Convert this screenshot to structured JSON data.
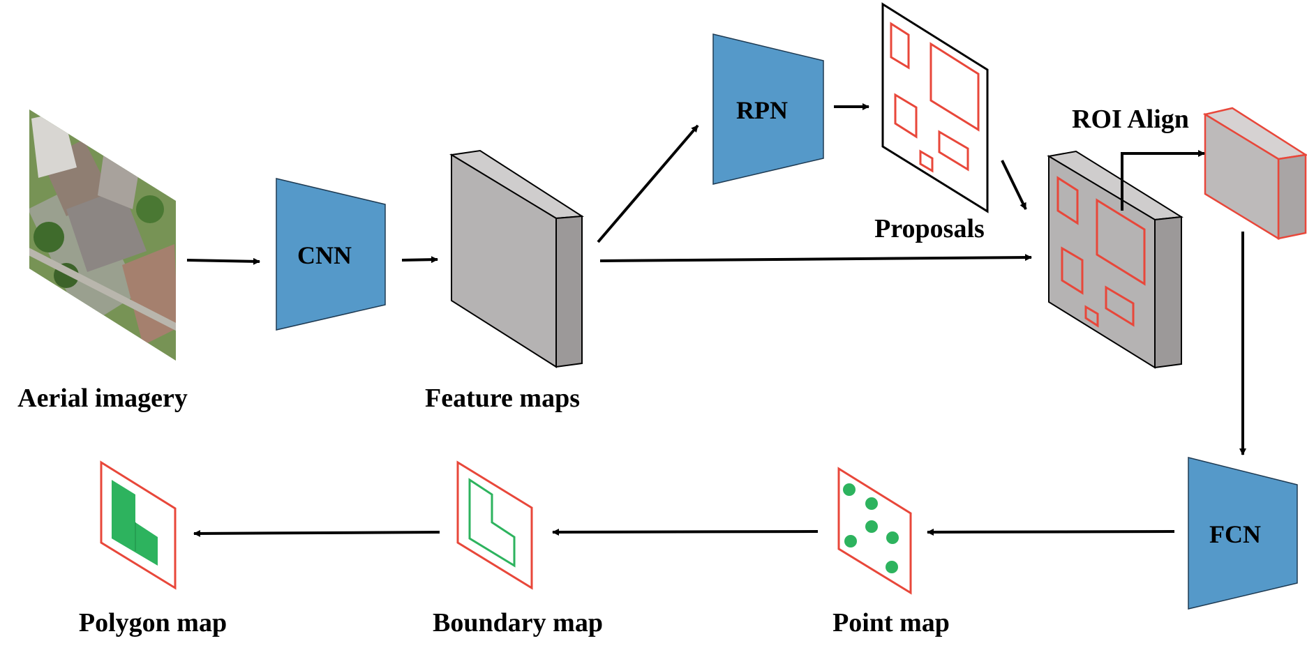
{
  "labels": {
    "aerial_imagery": "Aerial imagery",
    "cnn": "CNN",
    "feature_maps": "Feature maps",
    "rpn": "RPN",
    "proposals": "Proposals",
    "roi_align": "ROI Align",
    "fcn": "FCN",
    "point_map": "Point map",
    "boundary_map": "Boundary map",
    "polygon_map": "Polygon map"
  },
  "colors": {
    "network_block": "#5599C9",
    "feature_block": "#B5B3B3",
    "feature_block_side": "#9C9999",
    "proposal_box": "#E8473A",
    "building": "#2DB35E",
    "arrow": "#000000"
  },
  "icons": {
    "aerial_image": "aerial-photo-of-houses",
    "network": "trapezoid-block",
    "tensor": "3d-cuboid"
  }
}
